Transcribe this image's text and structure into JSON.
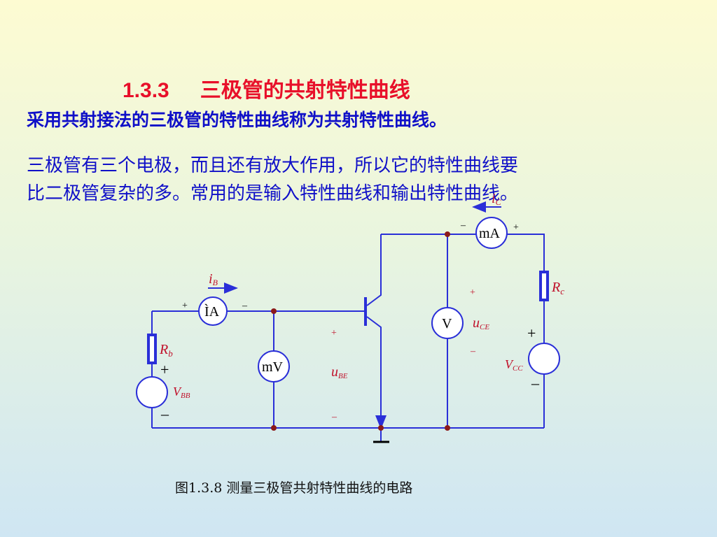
{
  "slide": {
    "title_number": "1.3.3",
    "title_text": "三极管的共射特性曲线",
    "subtitle": "采用共射接法的三极管的特性曲线称为共射特性曲线。",
    "paragraph_line1": "三极管有三个电极，而且还有放大作用，所以它的特性曲线要",
    "paragraph_line2": "比二极管复杂的多。常用的是输入特性曲线和输出特性曲线。",
    "caption": "图1.3.8  测量三极管共射特性曲线的电路"
  },
  "circuit": {
    "meters": {
      "ammeter_base": "ÌA",
      "millivoltmeter": "mV",
      "voltmeter": "V",
      "milliammeter": "mA"
    },
    "labels": {
      "ib_main": "i",
      "ib_sub": "B",
      "ic_main": "i",
      "ic_sub": "C",
      "rb_main": "R",
      "rb_sub": "b",
      "rc_main": "R",
      "rc_sub": "c",
      "vbb_main": "V",
      "vbb_sub": "BB",
      "vcc_main": "V",
      "vcc_sub": "CC",
      "ube_main": "u",
      "ube_sub": "BE",
      "uce_main": "u",
      "uce_sub": "CE"
    },
    "signs": {
      "plus": "+",
      "minus": "–"
    },
    "colors": {
      "wire": "#2a2fd8",
      "label": "#c0102a",
      "node": "#8b1a1a"
    }
  }
}
